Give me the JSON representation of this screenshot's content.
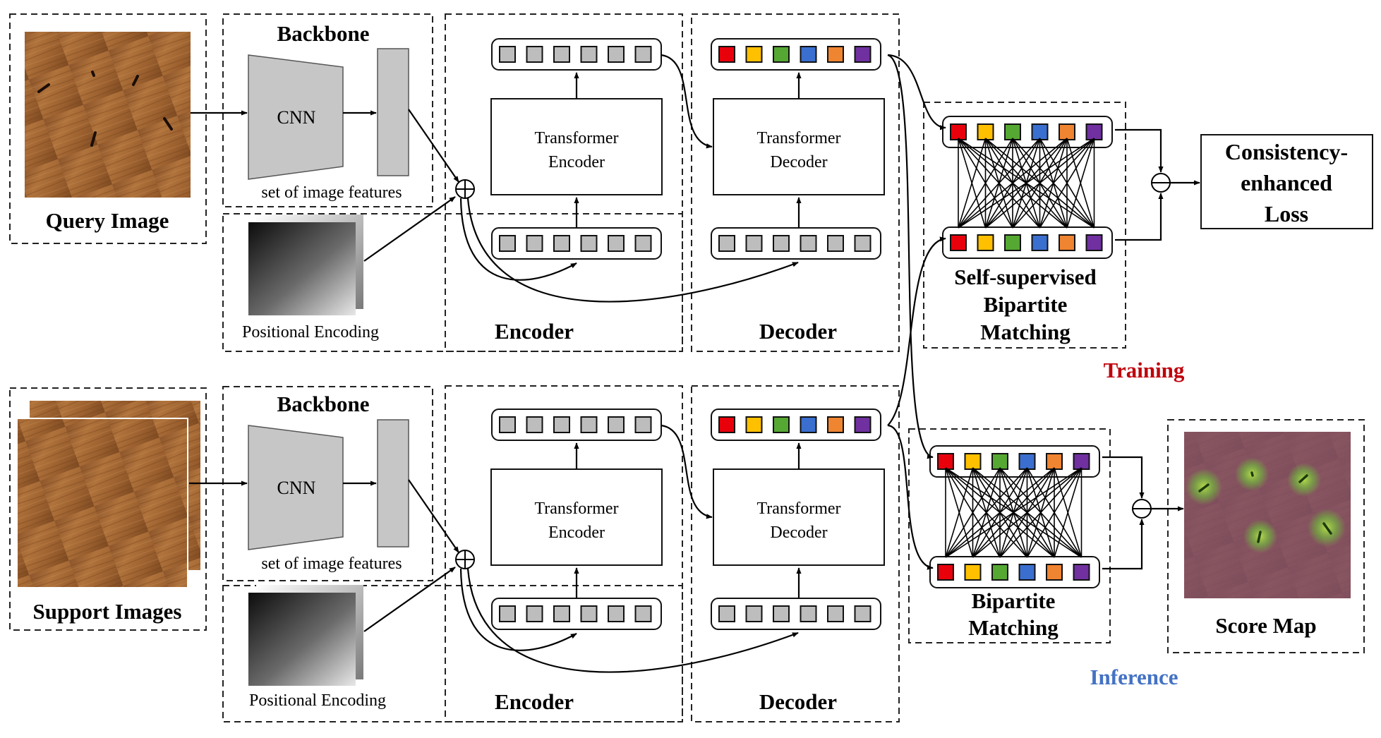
{
  "colors": {
    "token_grey": "#bdbdbd",
    "query_colors": [
      "#e8000b",
      "#ffc000",
      "#55a832",
      "#3a6fcf",
      "#ef8431",
      "#7030a0"
    ],
    "training_label": "#c0000b",
    "inference_label": "#4472c4"
  },
  "query_branch": {
    "image_label": "Query Image",
    "backbone_title": "Backbone",
    "cnn_label": "CNN",
    "features_label": "set of image features",
    "positional_label": "Positional Encoding",
    "encoder_title": "Encoder",
    "encoder_block": [
      "Transformer",
      "Encoder"
    ],
    "decoder_title": "Decoder",
    "decoder_block": [
      "Transformer",
      "Decoder"
    ]
  },
  "support_branch": {
    "image_label": "Support Images",
    "backbone_title": "Backbone",
    "cnn_label": "CNN",
    "features_label": "set of image features",
    "positional_label": "Positional Encoding",
    "encoder_title": "Encoder",
    "encoder_block": [
      "Transformer",
      "Encoder"
    ],
    "decoder_title": "Decoder",
    "decoder_block": [
      "Transformer",
      "Decoder"
    ]
  },
  "training": {
    "label": "Training",
    "matching_title": [
      "Self-supervised",
      "Bipartite",
      "Matching"
    ],
    "loss_label": [
      "Consistency-",
      "enhanced",
      "Loss"
    ]
  },
  "inference": {
    "label": "Inference",
    "matching_title": [
      "Bipartite",
      "Matching"
    ],
    "score_map_label": "Score Map"
  },
  "icons": [
    "plus-circle-icon",
    "minus-circle-icon",
    "arrow-icon"
  ]
}
